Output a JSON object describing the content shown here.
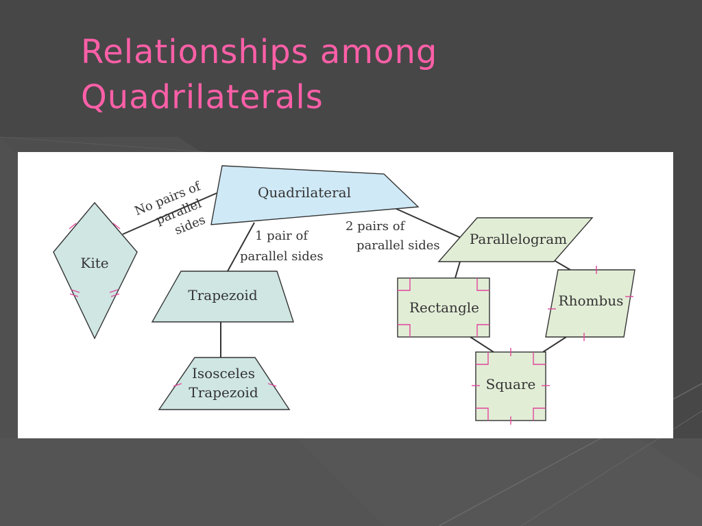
{
  "slide": {
    "title_line1": "Relationships among",
    "title_line2": "Quadrilaterals",
    "title_color": "#ff5fa8"
  },
  "diagram": {
    "nodes": {
      "quadrilateral": "Quadrilateral",
      "kite": "Kite",
      "trapezoid": "Trapezoid",
      "isosceles_line1": "Isosceles",
      "isosceles_line2": "Trapezoid",
      "parallelogram": "Parallelogram",
      "rectangle": "Rectangle",
      "rhombus": "Rhombus",
      "square": "Square"
    },
    "edge_labels": {
      "no_pairs_line1": "No pairs of",
      "no_pairs_line2": "parallel",
      "no_pairs_line3": "sides",
      "one_pair_line1": "1 pair of",
      "one_pair_line2": "parallel sides",
      "two_pairs_line1": "2 pairs of",
      "two_pairs_line2": "parallel sides"
    },
    "colors": {
      "blue_fill": "#cfe9f6",
      "teal_fill": "#cfe6e3",
      "green_fill": "#e2edd6",
      "mark_color": "#e0459a"
    }
  }
}
